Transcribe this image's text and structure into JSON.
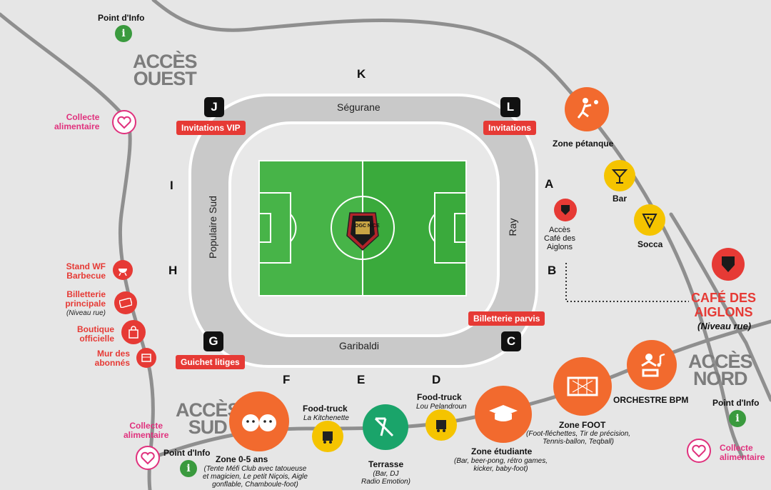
{
  "gates": {
    "K": "K",
    "J": "J",
    "L": "L",
    "I": "I",
    "A": "A",
    "H": "H",
    "B": "B",
    "G": "G",
    "C": "C",
    "F": "F",
    "E": "E",
    "D": "D"
  },
  "stands": {
    "north": "Ségurane",
    "south": "Garibaldi",
    "west": "Populaire Sud",
    "east": "Ray"
  },
  "tags": {
    "vip": "Invitations VIP",
    "invitations": "Invitations",
    "billetterie_parvis": "Billetterie parvis",
    "guichet": "Guichet litiges"
  },
  "access": {
    "ouest": [
      "ACCÈS",
      "OUEST"
    ],
    "sud": [
      "ACCÈS",
      "SUD"
    ],
    "nord": [
      "ACCÈS",
      "NORD"
    ]
  },
  "info_label": "Point d'Info",
  "info_glyph": "i",
  "collecte": [
    "Collecte",
    "alimentaire"
  ],
  "left_services": [
    {
      "title": [
        "Stand WF",
        "Barbecue"
      ],
      "sub": ""
    },
    {
      "title": [
        "Billetterie",
        "principale"
      ],
      "sub": "(Niveau rue)"
    },
    {
      "title": [
        "Boutique",
        "officielle"
      ],
      "sub": ""
    },
    {
      "title": [
        "Mur des",
        "abonnés"
      ],
      "sub": ""
    }
  ],
  "right_services": {
    "petanque": "Zone pétanque",
    "bar": "Bar",
    "socca": "Socca",
    "acces_cafe": [
      "Accès",
      "Café des",
      "Aiglons"
    ],
    "cafe": [
      "CAFÉ DES",
      "AIGLONS"
    ],
    "cafe_sub": "(Niveau rue)"
  },
  "bottom": {
    "zone05": {
      "title": "Zone 0-5 ans",
      "sub": [
        "(Tente Méfi Club avec tatoueuse",
        "et magicien, Le petit Niçois, Aigle",
        "gonflable, Chamboule-foot)"
      ]
    },
    "ft1": {
      "title": "Food-truck",
      "sub": "La Kitchenette"
    },
    "terrasse": {
      "title": "Terrasse",
      "sub": [
        "(Bar, DJ",
        "Radio Emotion)"
      ]
    },
    "ft2": {
      "title": "Food-truck",
      "sub": "Lou Pelandroun"
    },
    "etudiante": {
      "title": "Zone étudiante",
      "sub": [
        "(Bar, beer-pong, rétro games,",
        "kicker, baby-foot)"
      ]
    },
    "foot": {
      "title": "Zone FOOT",
      "sub": [
        "(Foot-fléchettes, Tir de précision,",
        "Tennis-ballon, Teqball)"
      ]
    },
    "orchestre": "ORCHESTRE BPM"
  },
  "crest_text": "OGC NICE",
  "colors": {
    "orange": "#f26a2e",
    "yellow": "#f5c400",
    "green": "#1aa46a",
    "red": "#e63a35",
    "pink": "#e0317d",
    "info": "#3a9a3e",
    "pitch": "#3aaa3c"
  }
}
